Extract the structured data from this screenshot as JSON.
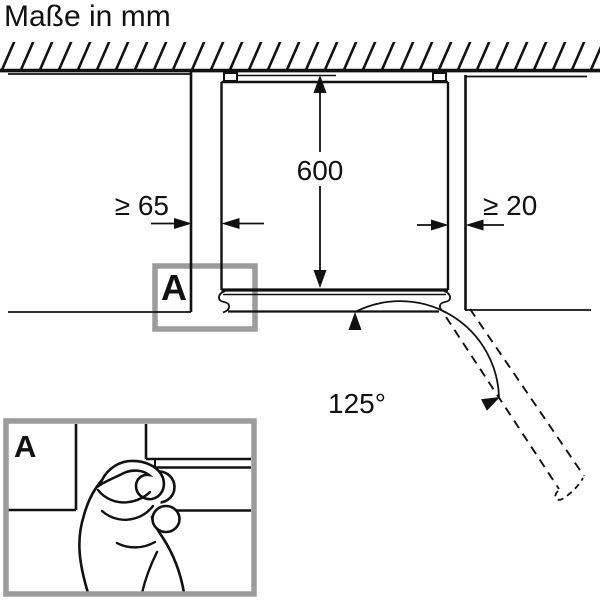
{
  "title": "Maße in mm",
  "main_view": {
    "depth_dimension": "600",
    "left_wall_clearance": "≥ 65",
    "right_wall_clearance": "≥ 20",
    "door_opening_angle": "125°",
    "detail_marker": "A"
  },
  "detail_view": {
    "marker": "A",
    "illustration": "hand-turning-wall-spacer"
  },
  "colors": {
    "line": "#111111",
    "callout_border": "#9c9c9c",
    "background": "#ffffff"
  }
}
